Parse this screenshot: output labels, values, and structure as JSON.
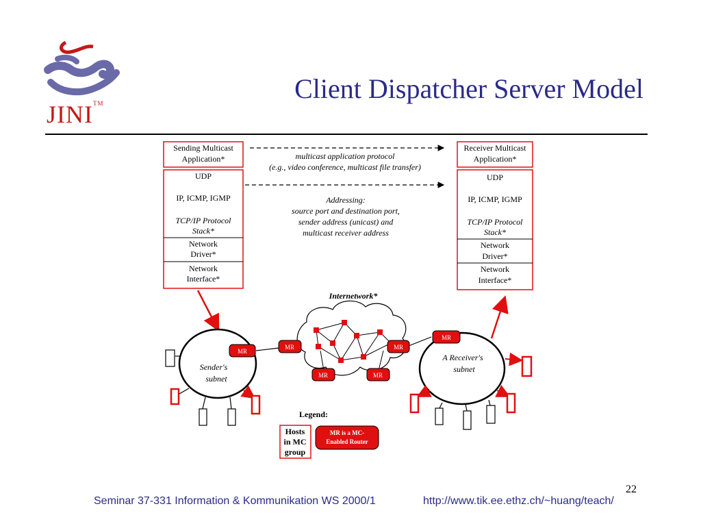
{
  "slide": {
    "title": "Client Dispatcher Server Model",
    "logo_text": "JINI",
    "logo_tm": "TM",
    "page_number": "22",
    "footer_left": "Seminar 37-331 Information & Kommunikation WS 2000/1",
    "footer_right": "http://www.tik.ee.ethz.ch/~huang/teach/"
  },
  "sender_stack": {
    "app": [
      "Sending Multicast",
      "Application*"
    ],
    "udp": "UDP",
    "ip": "IP, ICMP, IGMP",
    "tcpip": [
      "TCP/IP Protocol",
      "Stack*"
    ],
    "driver": [
      "Network",
      "Driver*"
    ],
    "interface": [
      "Network",
      "Interface*"
    ]
  },
  "receiver_stack": {
    "app": [
      "Receiver Multicast",
      "Application*"
    ],
    "udp": "UDP",
    "ip": "IP, ICMP, IGMP",
    "tcpip": [
      "TCP/IP Protocol",
      "Stack*"
    ],
    "driver": [
      "Network",
      "Driver*"
    ],
    "interface": [
      "Network",
      "Interface*"
    ]
  },
  "protocol_label": [
    "multicast application protocol",
    "(e.g., video conference, multicast file transfer)"
  ],
  "addressing_label": [
    "Addressing:",
    "source port and destination port,",
    "sender address (unicast) and",
    "multicast receiver address"
  ],
  "internetwork_label": "Internetwork*",
  "sender_subnet": [
    "Sender's",
    "subnet"
  ],
  "receiver_subnet": [
    "A Receiver's",
    "subnet"
  ],
  "router_label": "MR",
  "legend": {
    "title": "Legend:",
    "hosts": [
      "Hosts",
      "in MC",
      "group"
    ],
    "router": [
      "MR is a MC-",
      "Enabled Router"
    ]
  },
  "colors": {
    "accent_red": "#e01010",
    "title_blue": "#2a2a8a"
  }
}
